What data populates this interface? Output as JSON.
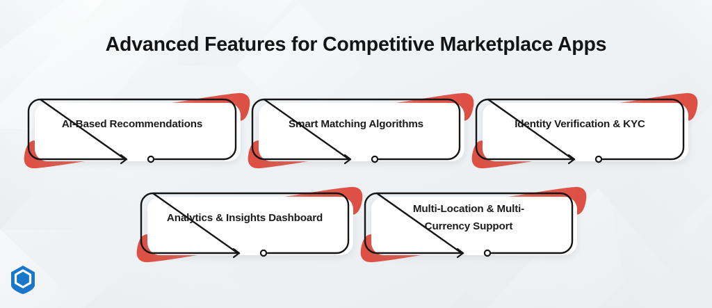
{
  "header": {
    "title": "Advanced Features for Competitive Marketplace Apps"
  },
  "colors": {
    "background": "#f2f4f6",
    "card_fill": "#ffffff",
    "outline": "#151515",
    "brush_red": "#e0584b",
    "brush_red_light": "#ec8175",
    "text": "#1b1b1b",
    "logo_blue": "#1877c9"
  },
  "cards": [
    {
      "label": "AI-Based Recommendations",
      "lines": [
        "AI-Based Recommendations"
      ]
    },
    {
      "label": "Smart Matching Algorithms",
      "lines": [
        "Smart Matching Algorithms"
      ]
    },
    {
      "label": "Identity Verification & KYC",
      "lines": [
        "Identity Verification & KYC"
      ]
    },
    {
      "label": "Analytics & Insights Dashboard",
      "lines": [
        "Analytics & Insights Dashboard"
      ]
    },
    {
      "label": "Multi-Location & Multi-Currency Support",
      "lines": [
        "Multi-Location & Multi-",
        "Currency Support"
      ]
    }
  ],
  "decorations": {
    "arrow_icon": "arrow-right-icon",
    "dot_icon": "circle-endpoint-icon",
    "brush_icon": "red-brush-stroke"
  },
  "brand": {
    "logo_icon": "hexagon-shield-logo"
  }
}
